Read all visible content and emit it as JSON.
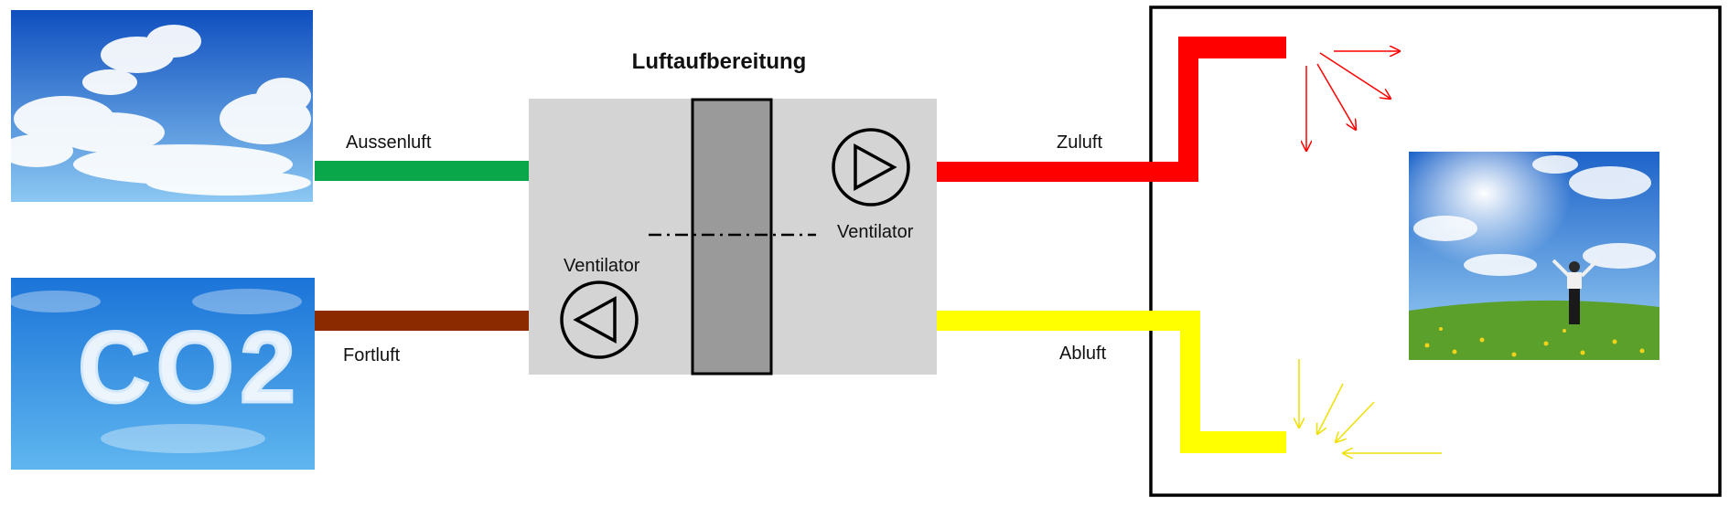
{
  "title": "Luftaufbereitung",
  "labels": {
    "aussenluft": "Aussenluft",
    "fortluft": "Fortluft",
    "zuluft": "Zuluft",
    "abluft": "Abluft",
    "ventilator_supply": "Ventilator",
    "ventilator_exhaust": "Ventilator"
  },
  "co2_cloud_text": "CO2",
  "colors": {
    "aussenluft": "#0aa64a",
    "fortluft": "#8b2a00",
    "zuluft": "#ff0000",
    "abluft": "#ffff00",
    "unit_bg": "#d4d4d4",
    "exchanger": "#9a9a9a",
    "sky_top": "#1a5fc8",
    "sky_bottom": "#7fc0f0",
    "grass": "#5aa02a"
  },
  "images": {
    "sky_clouds": "sky-photo",
    "co2_clouds": "co2-cloud-photo",
    "person_meadow": "person-meadow-photo"
  }
}
